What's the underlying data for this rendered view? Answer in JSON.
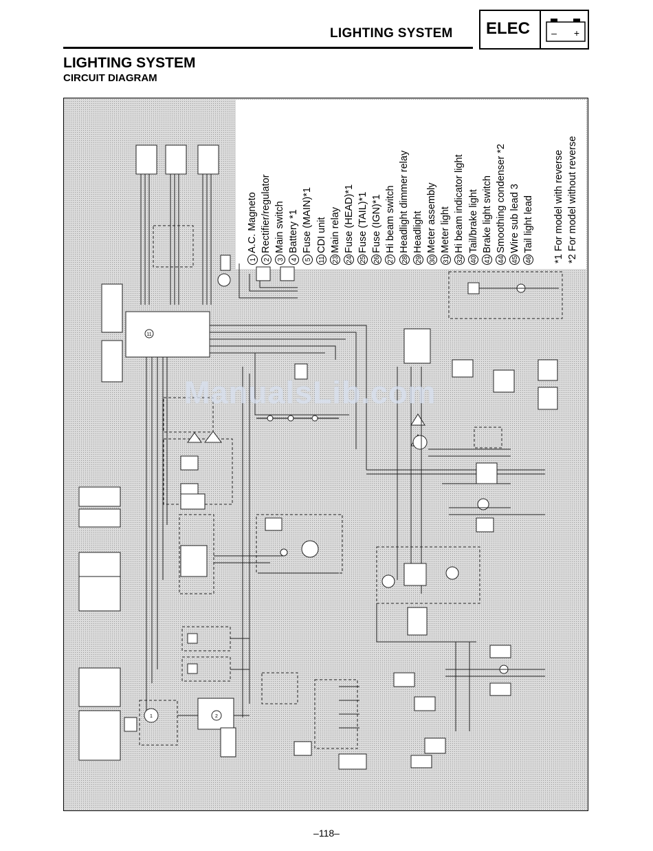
{
  "header": {
    "section_title": "LIGHTING SYSTEM",
    "badge_label": "ELEC",
    "battery_minus": "–",
    "battery_plus": "+"
  },
  "page": {
    "title": "LIGHTING SYSTEM",
    "subtitle": "CIRCUIT DIAGRAM",
    "page_number": "–118–"
  },
  "legend": [
    {
      "num": "1",
      "label": "A.C. Magneto"
    },
    {
      "num": "2",
      "label": "Rectifier/regulator"
    },
    {
      "num": "3",
      "label": "Main switch"
    },
    {
      "num": "4",
      "label": "Battery *1"
    },
    {
      "num": "5",
      "label": "Fuse (MAIN)*1"
    },
    {
      "num": "11",
      "label": "CDI unit"
    },
    {
      "num": "23",
      "label": "Main relay"
    },
    {
      "num": "24",
      "label": "Fuse (HEAD)*1"
    },
    {
      "num": "25",
      "label": "Fuse (TAIL)*1"
    },
    {
      "num": "26",
      "label": "Fuse (IGN)*1"
    },
    {
      "num": "27",
      "label": "Hi beam switch"
    },
    {
      "num": "28",
      "label": "Headlight dimmer relay"
    },
    {
      "num": "29",
      "label": "Headlight"
    },
    {
      "num": "30",
      "label": "Meter assembly"
    },
    {
      "num": "31",
      "label": "Meter light"
    },
    {
      "num": "32",
      "label": "Hi beam indicator light"
    },
    {
      "num": "40",
      "label": "Tail/brake light"
    },
    {
      "num": "41",
      "label": "Brake light switch"
    },
    {
      "num": "44",
      "label": "Smoothing condenser *2"
    },
    {
      "num": "45",
      "label": "Wire sub lead 3"
    },
    {
      "num": "46",
      "label": "Tail light lead"
    }
  ],
  "notes": [
    "*1 For model with reverse",
    "*2 For model without reverse"
  ],
  "diagram_labels": {
    "cdi": "11",
    "magneto": "1",
    "rectifier": "2"
  },
  "watermark": "ManualsLib.com"
}
